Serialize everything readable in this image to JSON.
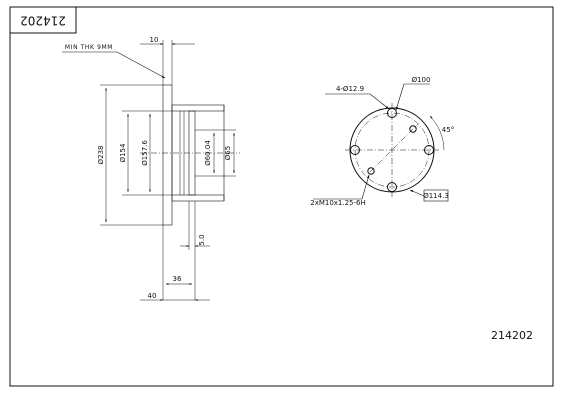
{
  "drawing": {
    "part_number_stamp": "214202",
    "part_number": "214202"
  },
  "section_view": {
    "min_thickness_note": "MIN THK 9MM",
    "dim_thickness_top": "10",
    "dim_outer_diameter": "Ø238",
    "dim_hub_diameter": "Ø154",
    "dim_inner_diameter": "Ø157.6",
    "dim_bore_tolerance": "Ø60.04",
    "dim_center_bore": "Ø65",
    "dim_flange_thickness": "5.0",
    "dim_offset": "36",
    "dim_total_height": "40"
  },
  "bolt_view": {
    "holes_callout": "4-Ø12.9",
    "pcd_callout": "Ø100",
    "angle_callout": "45°",
    "thread_callout": "2xM10x1.25-6H",
    "pitch_callout": "Ø114.3"
  }
}
